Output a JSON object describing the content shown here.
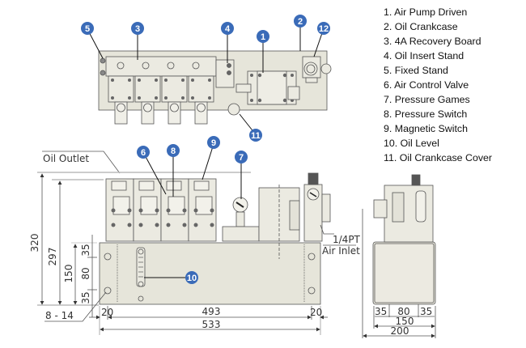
{
  "legend": {
    "items": [
      "1. Air Pump Driven",
      "2. Oil Crankcase",
      "3. 4A Recovery Board",
      "4. Oil Insert Stand",
      "5. Fixed Stand",
      "6. Air Control Valve",
      "7. Pressure Games",
      "8. Pressure Switch",
      "9. Magnetic Switch",
      "10. Oil Level",
      "11. Oil Crankcase Cover"
    ]
  },
  "callouts": {
    "b1": "1",
    "b2": "2",
    "b3": "3",
    "b4": "4",
    "b5": "5",
    "b6": "6",
    "b7": "7",
    "b8": "8",
    "b9": "9",
    "b10": "10",
    "b11": "11",
    "b12": "12"
  },
  "labels": {
    "oil_outlet": "Oil Outlet",
    "air_inlet_size": "1/4PT",
    "air_inlet": "Air Inlet",
    "hole_spec": "8 - 14"
  },
  "dimensions": {
    "total_height": "320",
    "tank_top_height": "297",
    "tank_height": "150",
    "v35_top": "35",
    "v80": "80",
    "v35_bottom": "35",
    "h20_left": "20",
    "h493": "493",
    "h20_right": "20",
    "h533": "533",
    "side_35_left": "35",
    "side_80": "80",
    "side_35_right": "35",
    "side_150": "150",
    "side_200": "200"
  },
  "colors": {
    "badge": "#3a6bb8",
    "body_fill": "#e6e5da",
    "line": "#444444",
    "dim_line": "#555555"
  }
}
